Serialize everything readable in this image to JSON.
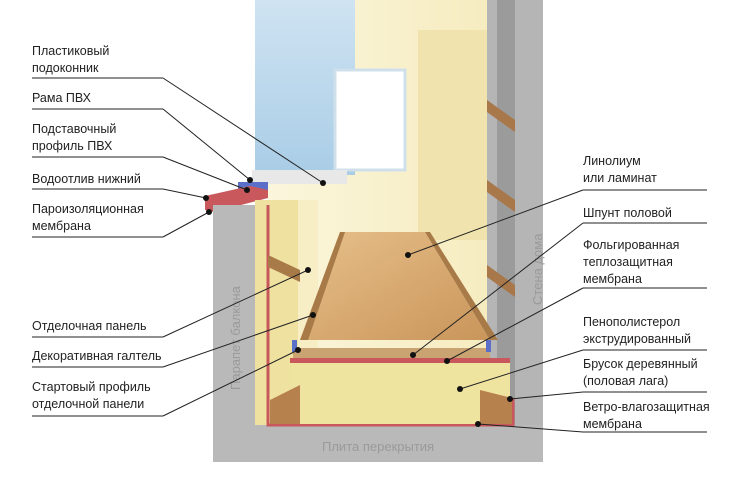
{
  "left_labels": [
    {
      "lines": [
        "Пластиковый",
        "подоконник"
      ]
    },
    {
      "lines": [
        "Рама ПВХ"
      ]
    },
    {
      "lines": [
        "Подставочный",
        "профиль ПВХ"
      ]
    },
    {
      "lines": [
        "Водоотлив нижний"
      ]
    },
    {
      "lines": [
        "Пароизоляционная",
        "мембрана"
      ]
    },
    {
      "lines": [
        "Отделочная панель"
      ]
    },
    {
      "lines": [
        "Декоративная галтель"
      ]
    },
    {
      "lines": [
        "Стартовый профиль",
        "отделочной панели"
      ]
    }
  ],
  "right_labels": [
    {
      "lines": [
        "Линолиум",
        "или ламинат"
      ]
    },
    {
      "lines": [
        "Шпунт половой"
      ]
    },
    {
      "lines": [
        "Фольгированная",
        "теплозащитная",
        "мембрана"
      ]
    },
    {
      "lines": [
        "Пенополистерол",
        "экструдированный"
      ]
    },
    {
      "lines": [
        "Брусок деревянный",
        "(половая лага)"
      ]
    },
    {
      "lines": [
        "Ветро-влагозащитная",
        "мембрана"
      ]
    }
  ],
  "structure_labels": {
    "parapet": "Парапет балкона",
    "wall": "Стена дома",
    "slab": "Плита перекрытия"
  }
}
